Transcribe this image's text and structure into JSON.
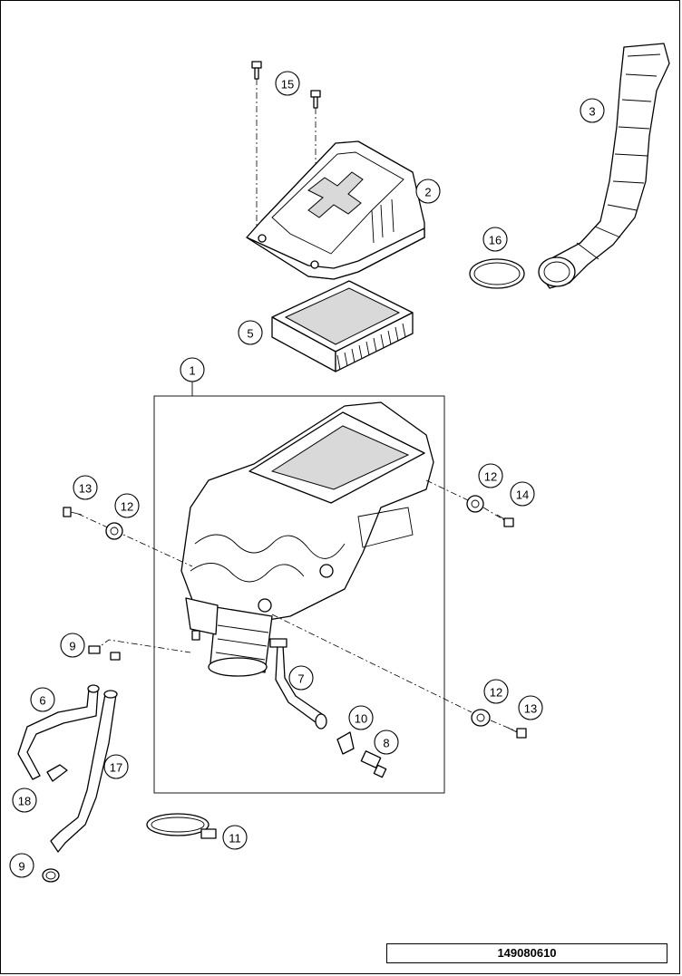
{
  "diagram": {
    "callouts": [
      {
        "id": "c15",
        "label": "15"
      },
      {
        "id": "c3",
        "label": "3"
      },
      {
        "id": "c2",
        "label": "2"
      },
      {
        "id": "c16",
        "label": "16"
      },
      {
        "id": "c5",
        "label": "5"
      },
      {
        "id": "c1",
        "label": "1"
      },
      {
        "id": "c13a",
        "label": "13"
      },
      {
        "id": "c12a",
        "label": "12"
      },
      {
        "id": "c12b",
        "label": "12"
      },
      {
        "id": "c14",
        "label": "14"
      },
      {
        "id": "c9a",
        "label": "9"
      },
      {
        "id": "c7",
        "label": "7"
      },
      {
        "id": "c6",
        "label": "6"
      },
      {
        "id": "c12c",
        "label": "12"
      },
      {
        "id": "c13b",
        "label": "13"
      },
      {
        "id": "c10",
        "label": "10"
      },
      {
        "id": "c8",
        "label": "8"
      },
      {
        "id": "c17",
        "label": "17"
      },
      {
        "id": "c18",
        "label": "18"
      },
      {
        "id": "c11",
        "label": "11"
      },
      {
        "id": "c9b",
        "label": "9"
      }
    ],
    "document_number": "149080610"
  }
}
